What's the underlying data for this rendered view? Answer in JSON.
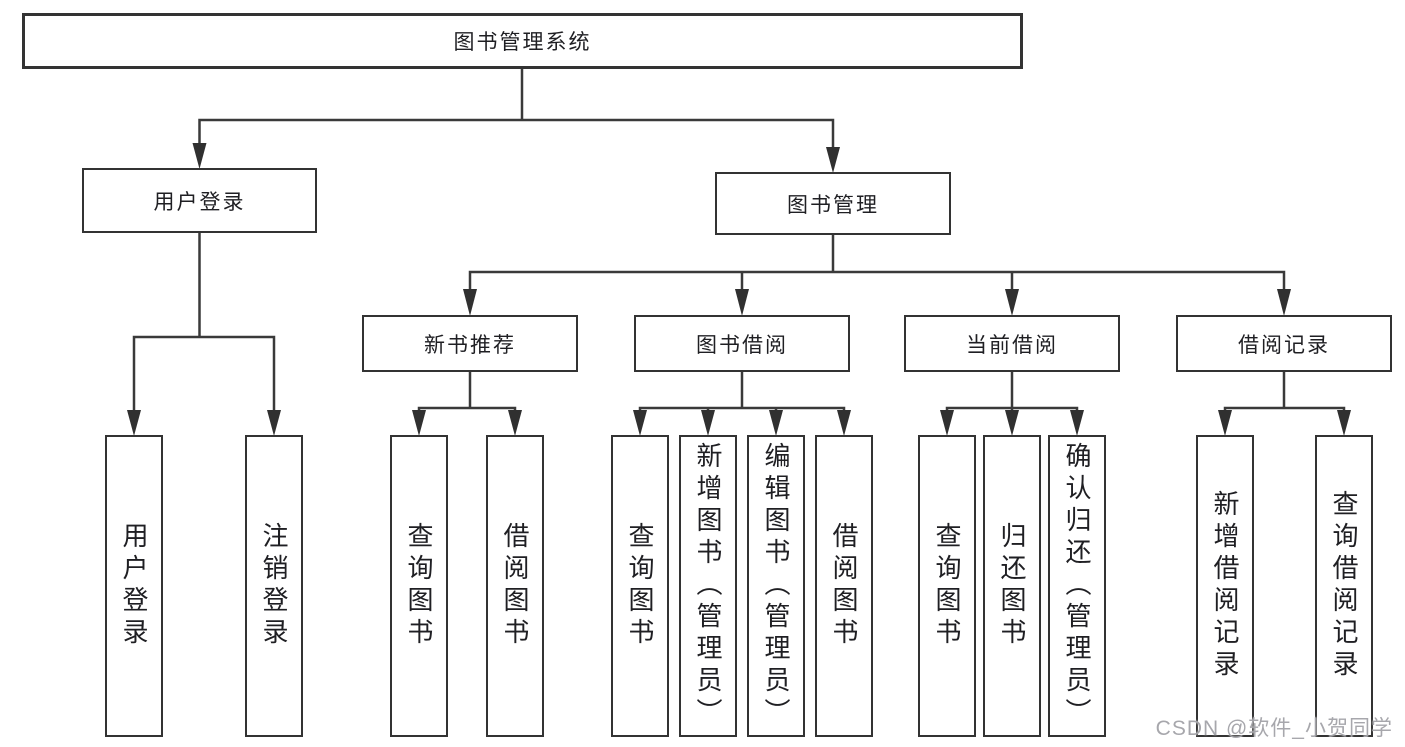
{
  "tree": {
    "label": "图书管理系统",
    "children": [
      {
        "label": "用户登录",
        "children": [
          {
            "label": "用户登录"
          },
          {
            "label": "注销登录"
          }
        ]
      },
      {
        "label": "图书管理",
        "children": [
          {
            "label": "新书推荐",
            "children": [
              {
                "label": "查询图书"
              },
              {
                "label": "借阅图书"
              }
            ]
          },
          {
            "label": "图书借阅",
            "children": [
              {
                "label": "查询图书"
              },
              {
                "label": "新增图书（管理员）"
              },
              {
                "label": "编辑图书（管理员）"
              },
              {
                "label": "借阅图书"
              }
            ]
          },
          {
            "label": "当前借阅",
            "children": [
              {
                "label": "查询图书"
              },
              {
                "label": "归还图书"
              },
              {
                "label": "确认归还（管理员）"
              }
            ]
          },
          {
            "label": "借阅记录",
            "children": [
              {
                "label": "新增借阅记录"
              },
              {
                "label": "查询借阅记录"
              }
            ]
          }
        ]
      }
    ]
  },
  "watermark": "CSDN @软件_小贺同学",
  "colors": {
    "line": "#3a3a3a",
    "arrow": "#303030",
    "box_border": "#333333",
    "text": "#1f1f23",
    "background": "#ffffff",
    "watermark": "#a2a2a6"
  }
}
